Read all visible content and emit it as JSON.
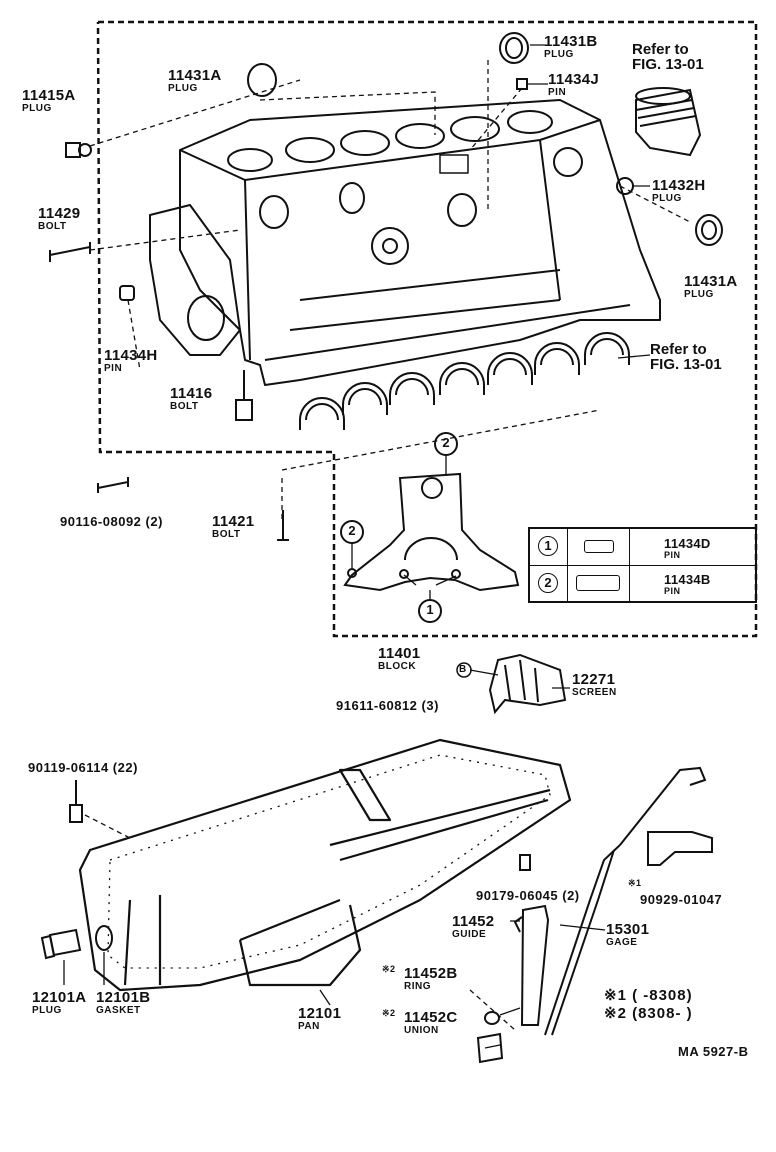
{
  "labels": {
    "p11415A": {
      "num": "11415A",
      "name": "PLUG"
    },
    "p11431A_top": {
      "num": "11431A",
      "name": "PLUG"
    },
    "p11431B": {
      "num": "11431B",
      "name": "PLUG"
    },
    "p11434J": {
      "num": "11434J",
      "name": "PIN"
    },
    "p11432H": {
      "num": "11432H",
      "name": "PLUG"
    },
    "p11431A_right": {
      "num": "11431A",
      "name": "PLUG"
    },
    "p11429": {
      "num": "11429",
      "name": "BOLT"
    },
    "p11434H": {
      "num": "11434H",
      "name": "PIN"
    },
    "p11416": {
      "num": "11416",
      "name": "BOLT"
    },
    "p11421": {
      "num": "11421",
      "name": "BOLT"
    },
    "p11401": {
      "num": "11401",
      "name": "BLOCK"
    },
    "p12271": {
      "num": "12271",
      "name": "SCREEN"
    },
    "p11452": {
      "num": "11452",
      "name": "GUIDE"
    },
    "p15301": {
      "num": "15301",
      "name": "GAGE"
    },
    "p11452B": {
      "num": "11452B",
      "name": "RING"
    },
    "p11452C": {
      "num": "11452C",
      "name": "UNION"
    },
    "p12101A": {
      "num": "12101A",
      "name": "PLUG"
    },
    "p12101B": {
      "num": "12101B",
      "name": "GASKET"
    },
    "p12101": {
      "num": "12101",
      "name": "PAN"
    }
  },
  "refs": {
    "top": {
      "line1": "Refer to",
      "line2": "FIG. 13-01"
    },
    "bearings": {
      "line1": "Refer to",
      "line2": "FIG. 13-01"
    }
  },
  "codes": {
    "c90116": "90116-08092 (2)",
    "c91611": "91611-60812 (3)",
    "c90119": "90119-06114 (22)",
    "c90179": "90179-06045 (2)",
    "c90929": "90929-01047"
  },
  "markers": {
    "b_circle": "B",
    "asterisk1": "※1",
    "asterisk2": "※2",
    "g1": "1",
    "g2": "2"
  },
  "legend": {
    "rows": [
      {
        "key": "1",
        "num": "11434D",
        "name": "PIN"
      },
      {
        "key": "2",
        "num": "11434B",
        "name": "PIN"
      }
    ]
  },
  "notes": {
    "n1": "※1 (      -8308)",
    "n2": "※2 (8308-      )"
  },
  "catalog_code": "MA 5927-B"
}
